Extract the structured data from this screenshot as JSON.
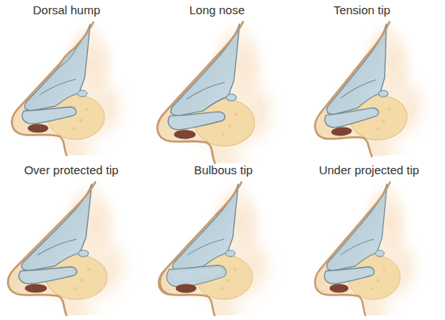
{
  "diagram": {
    "labels": [
      "Dorsal hump",
      "Long nose",
      "Tension tip",
      "Over protected tip",
      "Bulbous tip",
      "Under projected tip"
    ]
  }
}
